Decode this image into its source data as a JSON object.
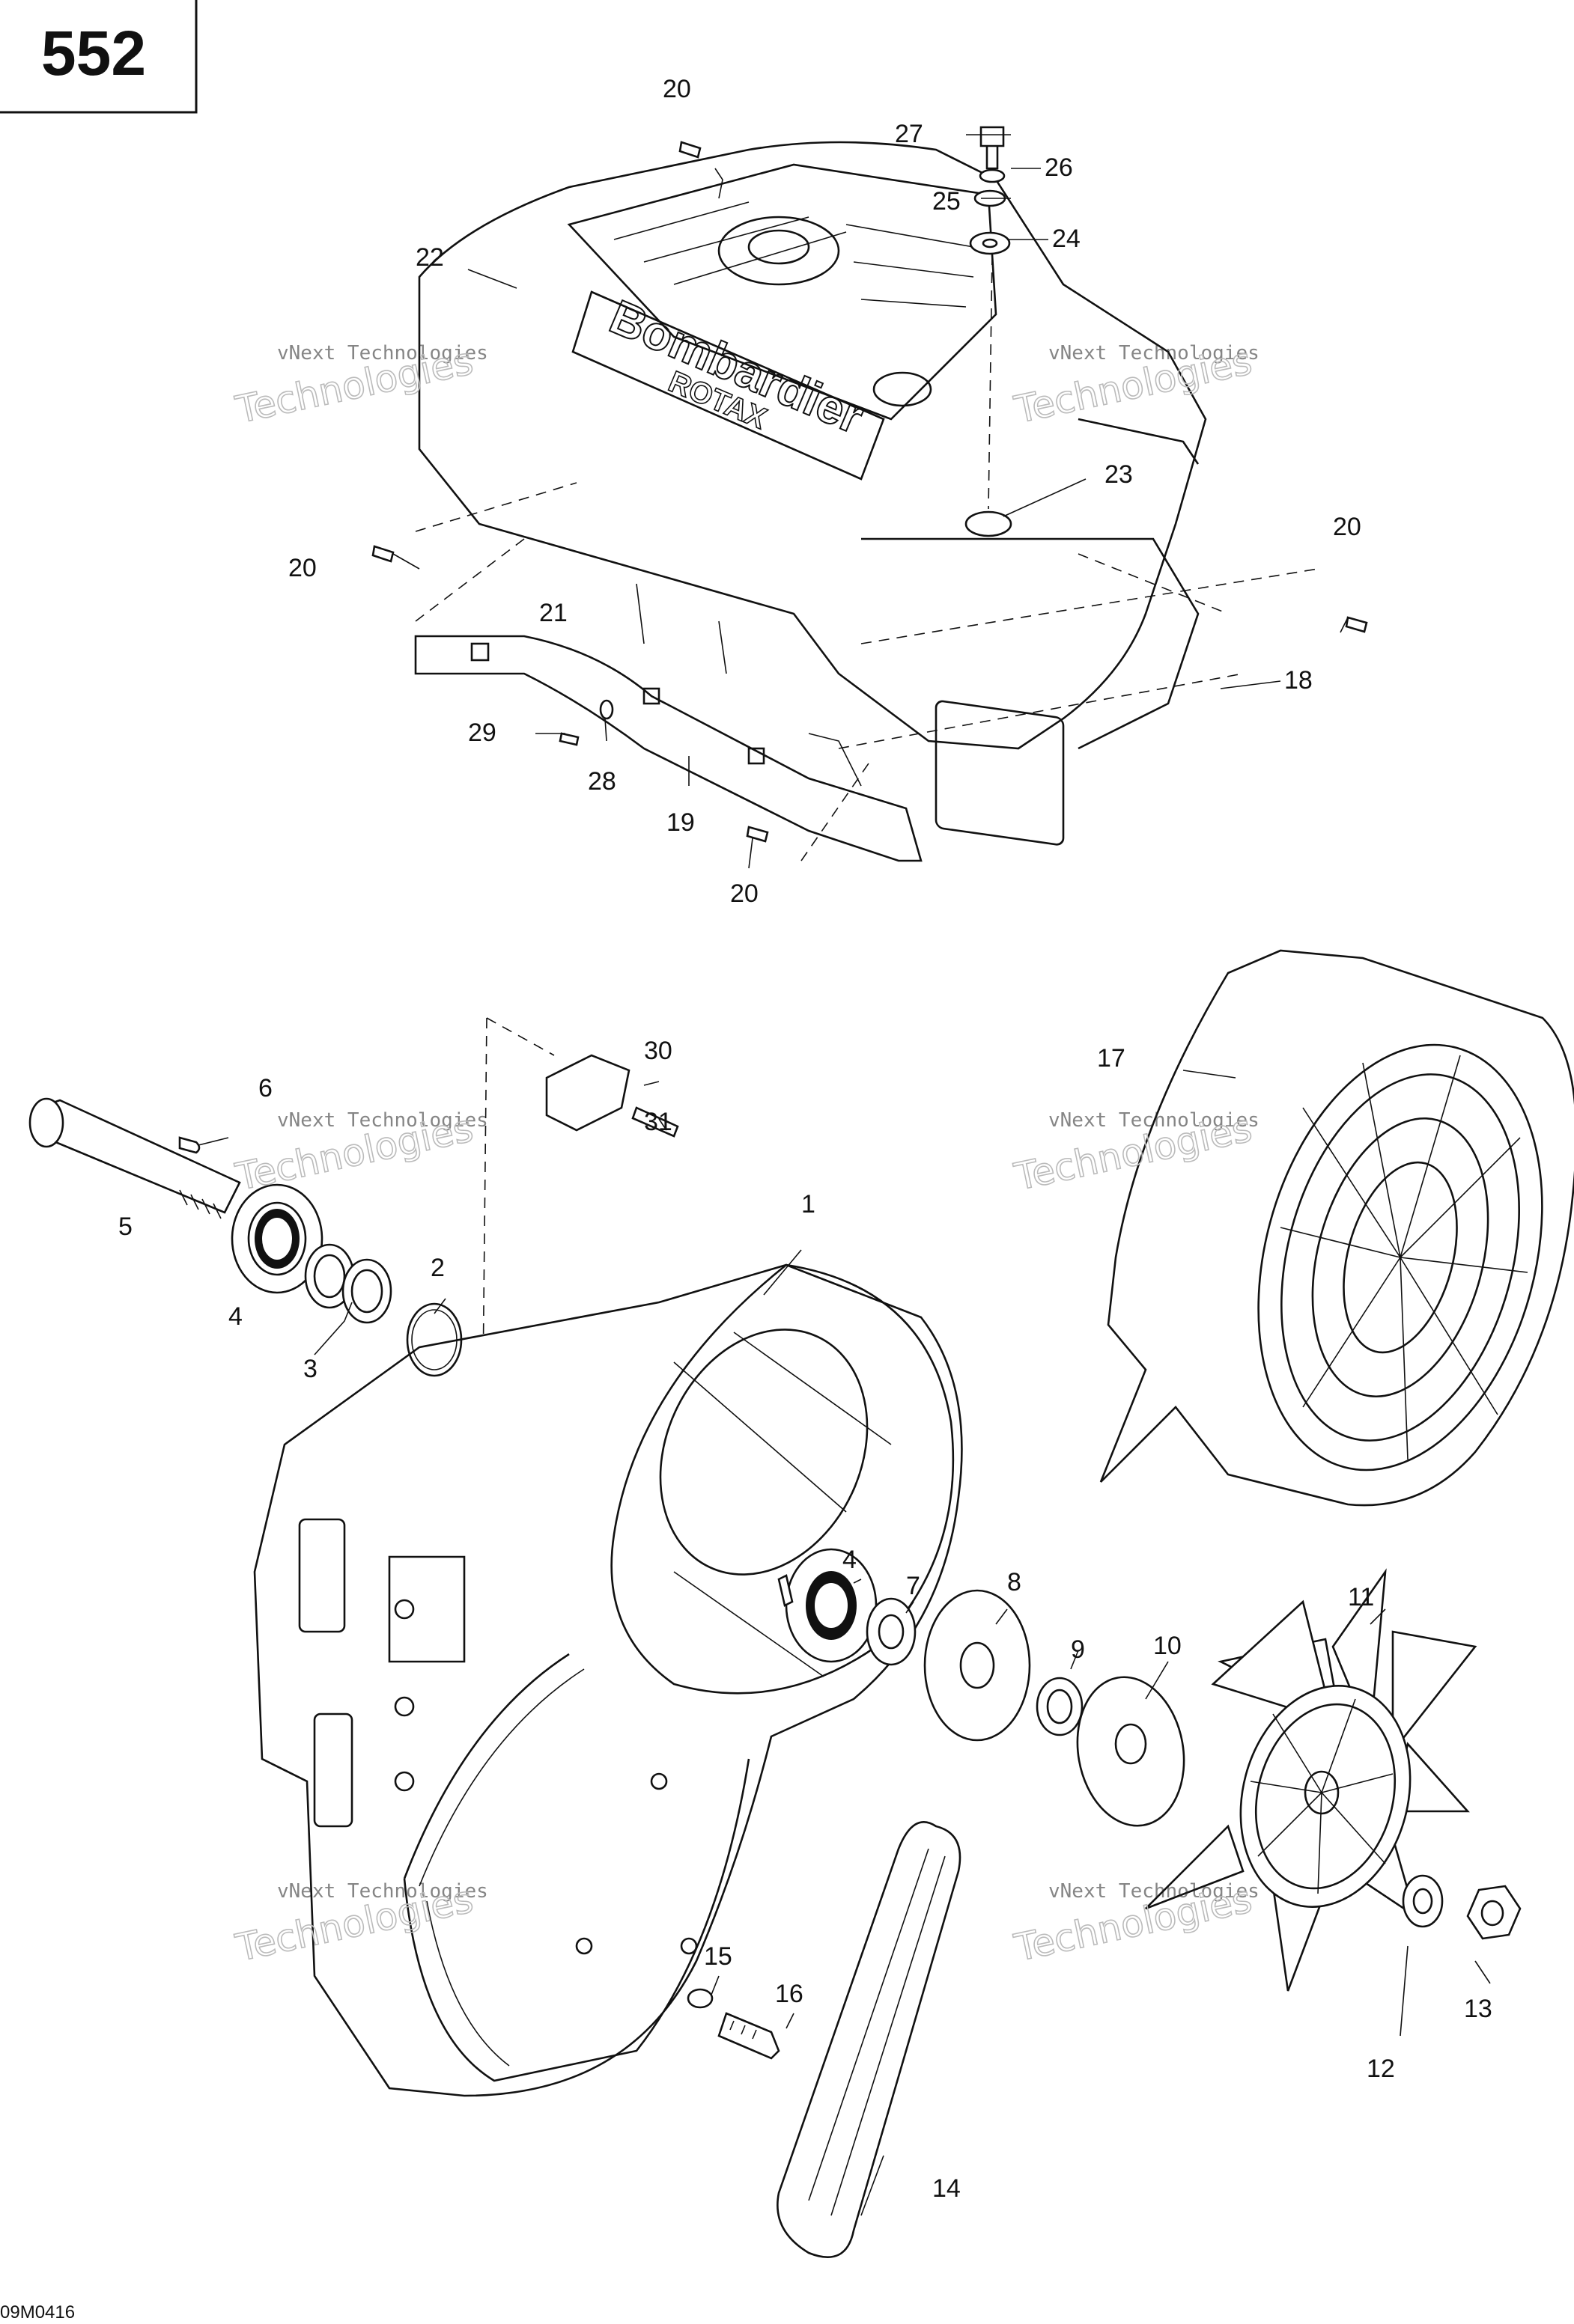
{
  "page_number": "552",
  "drawing_code": "09M0416",
  "watermark": {
    "line1": "vNext Technologies",
    "line2": "Technologies"
  },
  "cover_brand": {
    "name": "Bombardier",
    "sub": "ROTAX"
  },
  "callouts": [
    "1",
    "2",
    "3",
    "4",
    "4",
    "5",
    "6",
    "7",
    "8",
    "9",
    "10",
    "11",
    "12",
    "13",
    "14",
    "15",
    "16",
    "17",
    "18",
    "19",
    "20",
    "20",
    "20",
    "20",
    "21",
    "22",
    "23",
    "24",
    "25",
    "26",
    "27",
    "28",
    "29",
    "30",
    "31"
  ]
}
